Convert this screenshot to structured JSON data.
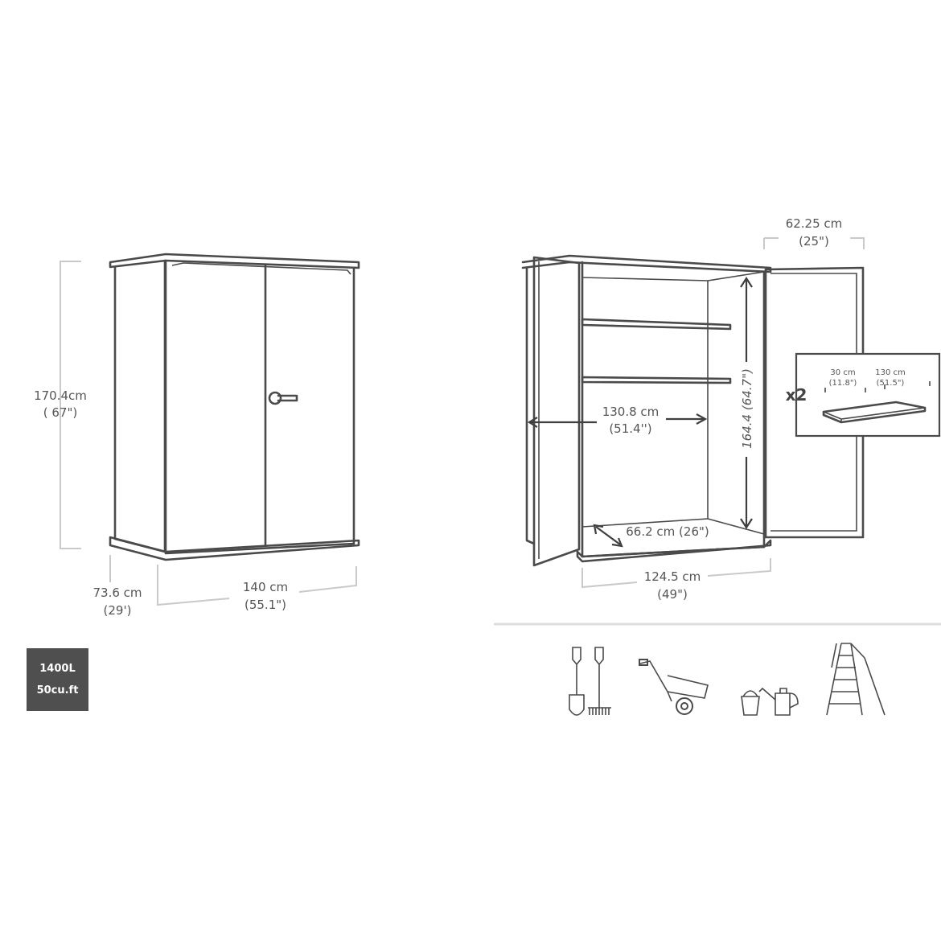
{
  "closed_cabinet": {
    "height_cm": "170.4cm",
    "height_in": "( 67\")",
    "depth_cm": "73.6 cm",
    "depth_in": "(29')",
    "width_cm": "140 cm",
    "width_in": "(55.1\")"
  },
  "open_cabinet": {
    "door_width_cm": "62.25 cm",
    "door_width_in": "(25\")",
    "inner_height": "164.4 (64.7\")",
    "inner_width_cm": "130.8 cm",
    "inner_width_in": "(51.4'')",
    "inner_depth": "66.2 cm (26\")",
    "inner_front_width_cm": "124.5 cm",
    "inner_front_width_in": "(49\")"
  },
  "shelf_inset": {
    "quantity": "x2",
    "depth_cm": "30 cm",
    "depth_in": "(11.8\")",
    "length_cm": "130 cm",
    "length_in": "(51.5\")"
  },
  "capacity": {
    "liters": "1400L",
    "cubic_feet": "50cu.ft"
  },
  "storage_icons": [
    "shovel-rake-icon",
    "wheelbarrow-icon",
    "bucket-watering-can-icon",
    "ladder-icon"
  ],
  "colors": {
    "outline": "#4a4a4a",
    "dimension_line": "#c9c9c9",
    "badge_bg": "#4f4f4f"
  }
}
